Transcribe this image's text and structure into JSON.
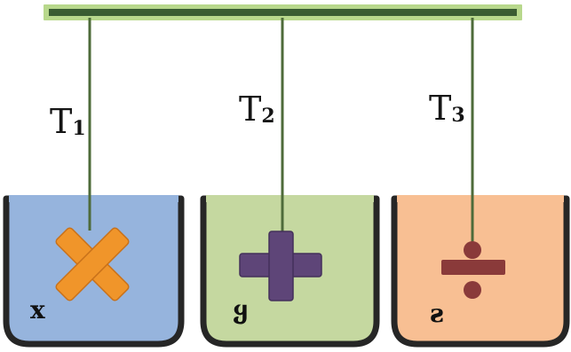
{
  "tensions": [
    {
      "symbol": "T",
      "subscript": "1"
    },
    {
      "symbol": "T",
      "subscript": "2"
    },
    {
      "symbol": "T",
      "subscript": "3"
    }
  ],
  "containers": [
    {
      "label": "x",
      "color": "#96b4dd",
      "icon": "multiply-icon",
      "icon_color": "#f0952a"
    },
    {
      "label": "ყ",
      "color": "#c5d8a0",
      "icon": "plus-icon",
      "icon_color": "#5e4578"
    },
    {
      "label": "ƨ",
      "color": "#f8bf93",
      "icon": "divide-icon",
      "icon_color": "#8a3a3a"
    }
  ],
  "colors": {
    "bar_fill": "#3a5c32",
    "bar_border": "#b8d88c",
    "string": "#4e6b3a",
    "container_border": "#262626"
  }
}
